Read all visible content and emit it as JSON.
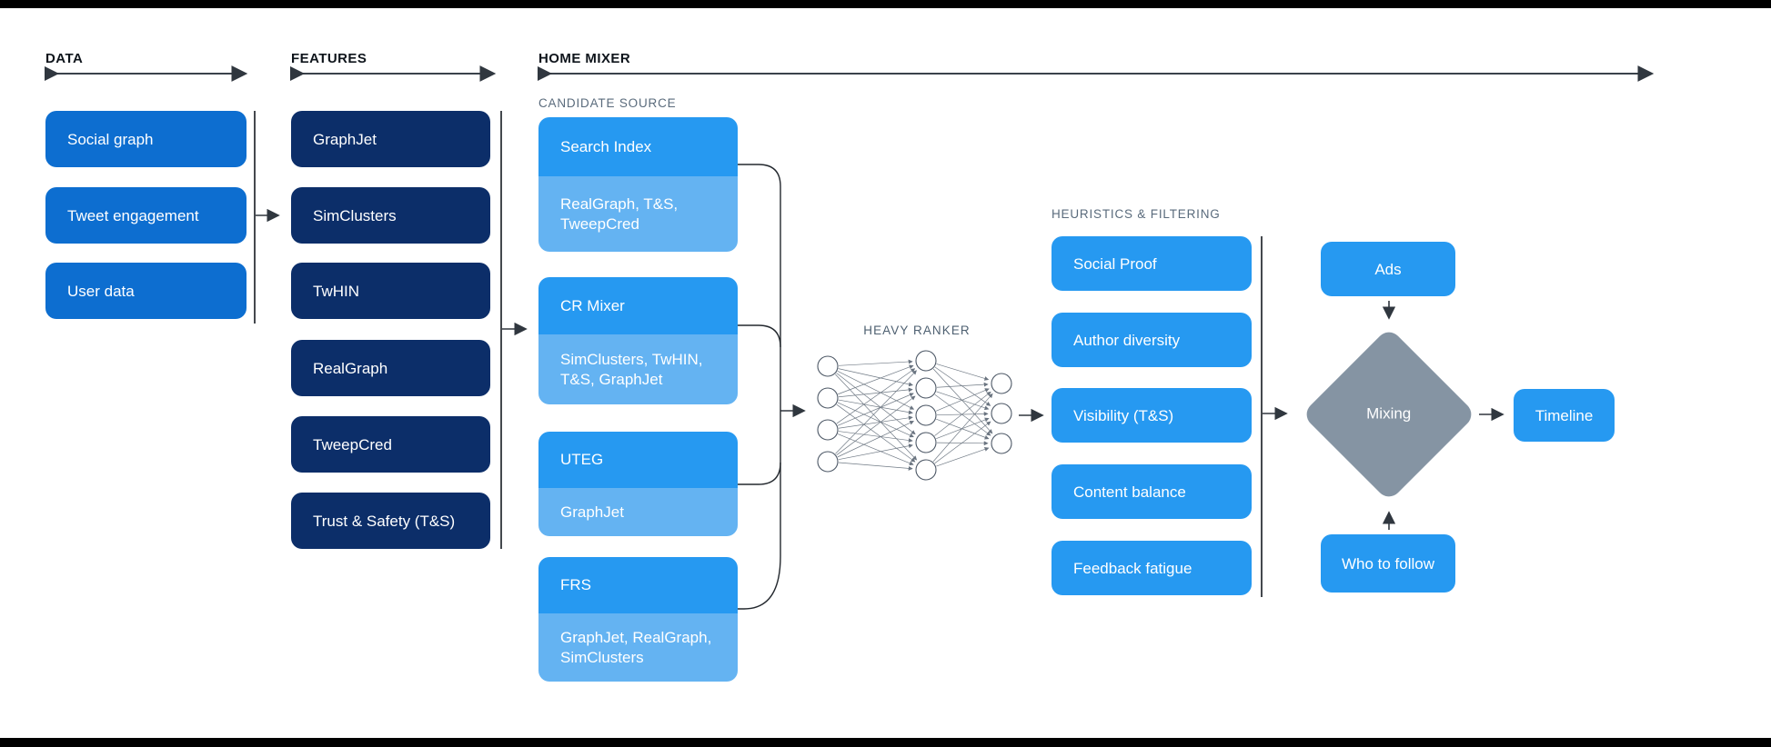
{
  "palette": {
    "data_box": "#0d6ed0",
    "feature_box": "#0c2e69",
    "source_box": "#2699f1",
    "source_sub": "#64b3f2",
    "filter_box": "#2699f1",
    "diamond": "#8594a3",
    "line": "#23282e",
    "text_dark": "#0e141b",
    "text_gray": "#5a6b7c"
  },
  "data_col": {
    "label": "DATA",
    "items": [
      "Social graph",
      "Tweet engagement",
      "User data"
    ]
  },
  "features_col": {
    "label": "FEATURES",
    "items": [
      "GraphJet",
      "SimClusters",
      "TwHIN",
      "RealGraph",
      "TweepCred",
      "Trust & Safety (T&S)"
    ]
  },
  "home_mixer": {
    "label": "HOME MIXER",
    "candidate_source": {
      "label": "CANDIDATE SOURCE",
      "groups": [
        {
          "title": "Search Index",
          "sources": "RealGraph, T&S, TweepCred"
        },
        {
          "title": "CR Mixer",
          "sources": "SimClusters, TwHIN, T&S, GraphJet"
        },
        {
          "title": "UTEG",
          "sources": "GraphJet"
        },
        {
          "title": "FRS",
          "sources": "GraphJet, RealGraph, SimClusters"
        }
      ]
    },
    "heavy_ranker": {
      "label": "HEAVY RANKER",
      "layers": [
        4,
        5,
        3
      ]
    },
    "heuristics": {
      "label": "HEURISTICS & FILTERING",
      "items": [
        "Social Proof",
        "Author diversity",
        "Visibility (T&S)",
        "Content balance",
        "Feedback fatigue"
      ]
    },
    "mixing": {
      "ads": "Ads",
      "diamond": "Mixing",
      "who_to_follow": "Who to follow",
      "timeline": "Timeline"
    }
  }
}
